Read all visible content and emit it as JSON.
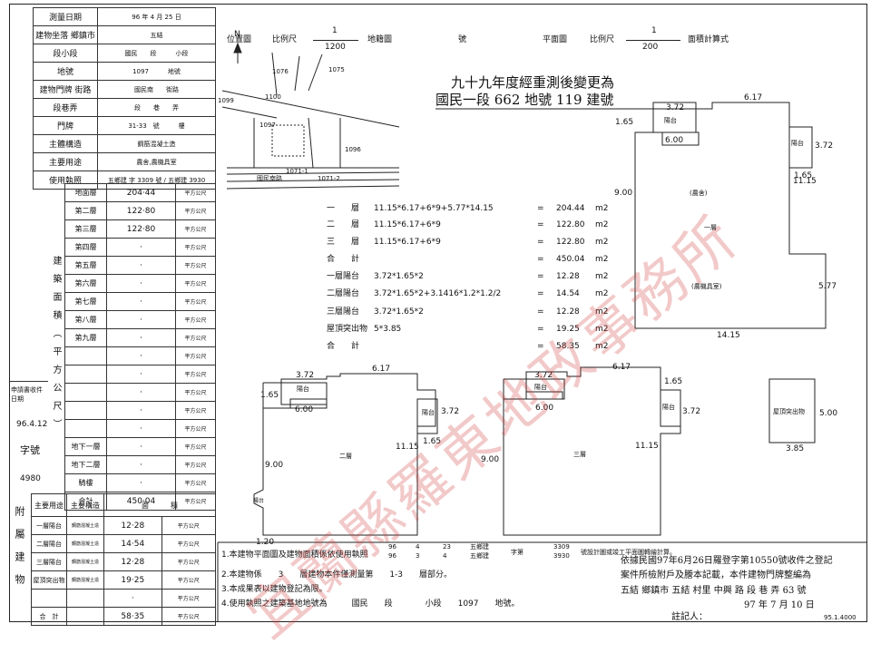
{
  "left_table": {
    "rows": [
      {
        "label": "測量日期",
        "value": "96 年 4 月 25 日"
      },
      {
        "label": "建物坐落 鄉鎮市",
        "value": "五結"
      },
      {
        "label": "段小段",
        "value": "國民　　段　　　小段"
      },
      {
        "label": "地號",
        "value": "1097　　　地號"
      },
      {
        "label": "建物門牌 街路",
        "value": "國民南　　街路"
      },
      {
        "label": "段巷弄",
        "value": "段　　巷　　弄"
      },
      {
        "label": "門牌",
        "value": "31-33　號　　　樓"
      },
      {
        "label": "主體構造",
        "value": "鋼筋混凝土造"
      },
      {
        "label": "主要用途",
        "value": "農舍,農機具室"
      },
      {
        "label": "使用執照",
        "value": "五鄉建 字 3309 號 / 五鄉建 3930"
      }
    ],
    "floors_header": "建築面積（平方公尺）",
    "floors": [
      {
        "name": "地面層",
        "area": "204·44",
        "unit": "平方公尺"
      },
      {
        "name": "第二層",
        "area": "122·80",
        "unit": "平方公尺"
      },
      {
        "name": "第三層",
        "area": "122·80",
        "unit": "平方公尺"
      },
      {
        "name": "第四層",
        "area": "·",
        "unit": "平方公尺"
      },
      {
        "name": "第五層",
        "area": "·",
        "unit": "平方公尺"
      },
      {
        "name": "第六層",
        "area": "·",
        "unit": "平方公尺"
      },
      {
        "name": "第七層",
        "area": "·",
        "unit": "平方公尺"
      },
      {
        "name": "第八層",
        "area": "·",
        "unit": "平方公尺"
      },
      {
        "name": "第九層",
        "area": "·",
        "unit": "平方公尺"
      },
      {
        "name": "",
        "area": "·",
        "unit": "平方公尺"
      },
      {
        "name": "",
        "area": "·",
        "unit": "平方公尺"
      },
      {
        "name": "",
        "area": "·",
        "unit": "平方公尺"
      },
      {
        "name": "",
        "area": "·",
        "unit": "平方公尺"
      },
      {
        "name": "",
        "area": "·",
        "unit": "平方公尺"
      },
      {
        "name": "地下一層",
        "area": "·",
        "unit": "平方公尺"
      },
      {
        "name": "地下二層",
        "area": "·",
        "unit": "平方公尺"
      },
      {
        "name": "騎樓",
        "area": "·",
        "unit": "平方公尺"
      },
      {
        "name": "合計",
        "area": "450·04",
        "unit": "平方公尺"
      }
    ],
    "application_label": "申請書收件日期",
    "application_date": "96.4.12",
    "serial_label": "字號",
    "serial_value": "4980",
    "annex_label": "附屬建物",
    "annex_header": {
      "use": "主要用途",
      "struct": "主要構造",
      "area": "面　　　積"
    },
    "annex": [
      {
        "use": "一層陽台",
        "struct": "鋼筋混凝土造",
        "area": "12·28",
        "unit": "平方公尺"
      },
      {
        "use": "二層陽台",
        "struct": "鋼筋混凝土造",
        "area": "14·54",
        "unit": "平方公尺"
      },
      {
        "use": "三層陽台",
        "struct": "鋼筋混凝土造",
        "area": "12·28",
        "unit": "平方公尺"
      },
      {
        "use": "屋頂突出物",
        "struct": "鋼筋混凝土造",
        "area": "19·25",
        "unit": "平方公尺"
      },
      {
        "use": "",
        "struct": "",
        "area": "·",
        "unit": "平方公尺"
      },
      {
        "use": "合　計",
        "struct": "",
        "area": "58·35",
        "unit": "平方公尺"
      }
    ]
  },
  "header": {
    "position_label": "位置圖",
    "scale_label": "比例尺",
    "scale_pos": "1200",
    "land_label": "地籍圖",
    "number_label": "號",
    "plan_label": "平面圖",
    "scale_plan": "200",
    "area_calc_label": "面積計算式",
    "north": "N",
    "one": "1"
  },
  "location": {
    "parcels": [
      "1076",
      "1075",
      "1099",
      "1100",
      "1097",
      "1096",
      "1071-1",
      "1071-2"
    ],
    "road": "國民南路"
  },
  "notice": {
    "line1": "九十九年度經重測後變更為",
    "line2": "國民一段 662 地號 119 建號"
  },
  "calc": [
    {
      "label": "一　　層",
      "formula": "11.15*6.17+6*9+5.77*14.15",
      "result": "204.44",
      "unit": "m2"
    },
    {
      "label": "二　　層",
      "formula": "11.15*6.17+6*9",
      "result": "122.80",
      "unit": "m2"
    },
    {
      "label": "三　　層",
      "formula": "11.15*6.17+6*9",
      "result": "122.80",
      "unit": "m2"
    },
    {
      "label": "合　　計",
      "formula": "",
      "result": "450.04",
      "unit": "m2"
    },
    {
      "label": "一層陽台",
      "formula": "3.72*1.65*2",
      "result": "12.28",
      "unit": "m2"
    },
    {
      "label": "二層陽台",
      "formula": "3.72*1.65*2+3.1416*1.2*1.2/2",
      "result": "14.54",
      "unit": "m2"
    },
    {
      "label": "三層陽台",
      "formula": "3.72*1.65*2",
      "result": "12.28",
      "unit": "m2"
    },
    {
      "label": "屋頂突出物",
      "formula": "5*3.85",
      "result": "19.25",
      "unit": "m2"
    },
    {
      "label": "合　　計",
      "formula": "",
      "result": "58.35",
      "unit": "m2"
    }
  ],
  "plans": {
    "first": {
      "dims": [
        "3.72",
        "6.17",
        "1.65",
        "6.00",
        "3.72",
        "1.65",
        "9.00",
        "11.15",
        "5.77",
        "14.15"
      ],
      "balcony": "陽台",
      "room1": "(農舍)",
      "room2": "一層",
      "room3": "(農機具室)"
    },
    "second": {
      "dims": [
        "3.72",
        "6.17",
        "1.65",
        "6.00",
        "3.72",
        "1.65",
        "9.00",
        "11.15",
        "1.20"
      ],
      "balcony": "陽台",
      "room": "二層"
    },
    "third": {
      "dims": [
        "3.72",
        "6.17",
        "1.65",
        "6.00",
        "3.72",
        "9.00",
        "11.15"
      ],
      "balcony": "陽台",
      "room": "三層"
    },
    "roof": {
      "dims": [
        "5.00",
        "3.85"
      ],
      "room": "屋頂突出物"
    }
  },
  "notes": [
    "1.本建物平面圖及建物面積係依使用執照",
    "2.本建物係　　3　　層建物本件僅測量第　　1-3　　層部分。",
    "3.本成果表以建物登記為限。",
    "4.使用執照之建築基地地號為　　　國民　　段　　　　小段　　1097　　地號。"
  ],
  "notes_date": {
    "y": "96",
    "m": "4",
    "d": "23",
    "y2": "96",
    "m2": "3",
    "d2": "4",
    "ref1": "五鄉建",
    "ref2": "五鄉建",
    "no1": "3309",
    "no2": "3930",
    "suffix": "號設計圖或竣工平面圖轉繪計算。",
    "zi": "字第"
  },
  "registration": {
    "line1": "依據民國97年6月26日羅登字第10550號收件之登記",
    "line2": "案件所檢附戶及謄本記載，本件建物門牌整編為",
    "line3": "五結 鄉鎮市 五結 村里 中興 路 段 巷 弄 63 號",
    "line4": "97 年 7 月 10 日",
    "recorder": "註記人："
  },
  "form_code": "95.1.4000",
  "watermark": "宜蘭縣羅東地政事務所"
}
